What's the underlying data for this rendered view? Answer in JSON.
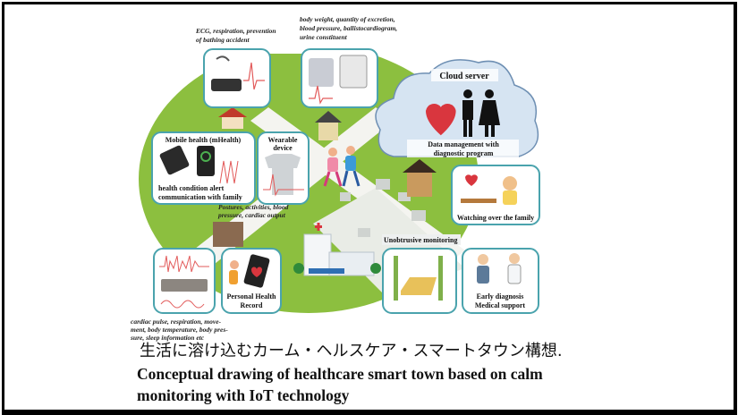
{
  "captions": {
    "bath": [
      "ECG, respiration, prevention",
      "of bathing accident"
    ],
    "toilet": [
      "body weight, quantity of excretion,",
      "blood pressure, ballistocardiogram,",
      "urine constituent"
    ],
    "wearable_sub": [
      "Postures, activities, blood",
      "pressure, cardiac output"
    ],
    "sleep": [
      "cardiac  pulse,  respiration,  move-",
      "ment, body temperature, body pres-",
      "sure, sleep information etc"
    ]
  },
  "cloud": {
    "title": "Cloud server",
    "subtitle": [
      "Data management with",
      "diagnostic program"
    ]
  },
  "boxes": {
    "mobile_title": "Mobile health (mHealth)",
    "mobile_sub": [
      "health condition alert",
      "communication with family"
    ],
    "wearable": [
      "Wearable",
      "device"
    ],
    "watching": "Watching over the family",
    "unobtrusive": "Unobtrusive monitoring",
    "diagnosis": [
      "Early diagnosis",
      "Medical support"
    ],
    "phr": [
      "Personal Health",
      "Record"
    ]
  },
  "title_jp": "生活に溶け込むカーム・ヘルスケア・スマートタウン構想.",
  "title_en": "Conceptual drawing of healthcare smart town based on calm monitoring with IoT technology",
  "colors": {
    "ground": "#8cbf3f",
    "road": "#f4f4f0",
    "box_border": "#4aa3ad",
    "cloud": "#d6e4f2",
    "heart": "#d9363e"
  }
}
